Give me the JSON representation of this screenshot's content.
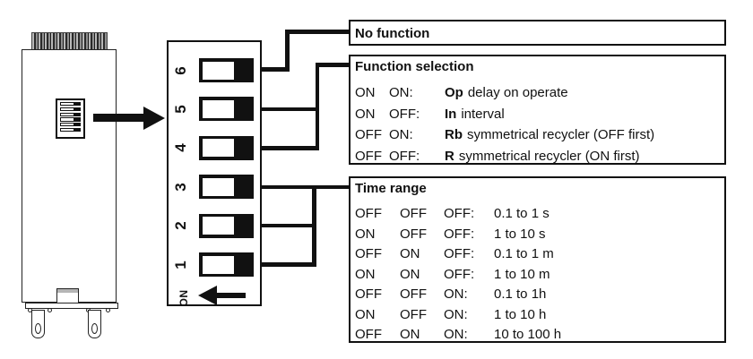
{
  "colors": {
    "line": "#111111",
    "background": "#ffffff",
    "cap_gray": "#b8b8b8"
  },
  "device": {
    "description_icons": [
      "relay-module-outline",
      "heatsink-cap",
      "mini-dip-switch",
      "mounting-pins"
    ]
  },
  "dip_panel": {
    "switch_numbers": [
      "6",
      "5",
      "4",
      "3",
      "2",
      "1"
    ],
    "on_label": "ON"
  },
  "boxes": {
    "no_function": {
      "title": "No function"
    },
    "function_selection": {
      "title": "Function selection",
      "rows": [
        {
          "c1": "ON",
          "c2": "ON:",
          "code": "Op",
          "desc": "delay on operate"
        },
        {
          "c1": "ON",
          "c2": "OFF:",
          "code": "In",
          "desc": "interval"
        },
        {
          "c1": "OFF",
          "c2": "ON:",
          "code": "Rb",
          "desc": "symmetrical recycler (OFF first)"
        },
        {
          "c1": "OFF",
          "c2": "OFF:",
          "code": "R",
          "desc": "symmetrical recycler (ON first)"
        }
      ]
    },
    "time_range": {
      "title": "Time range",
      "rows": [
        {
          "c1": "OFF",
          "c2": "OFF",
          "c3": "OFF:",
          "value": "0.1 to 1 s"
        },
        {
          "c1": "ON",
          "c2": "OFF",
          "c3": "OFF:",
          "value": "1 to 10 s"
        },
        {
          "c1": "OFF",
          "c2": "ON",
          "c3": "OFF:",
          "value": "0.1 to 1 m"
        },
        {
          "c1": "ON",
          "c2": "ON",
          "c3": "OFF:",
          "value": "1 to 10 m"
        },
        {
          "c1": "OFF",
          "c2": "OFF",
          "c3": "ON:",
          "value": "0.1 to 1h"
        },
        {
          "c1": "ON",
          "c2": "OFF",
          "c3": "ON:",
          "value": "1 to 10 h"
        },
        {
          "c1": "OFF",
          "c2": "ON",
          "c3": "ON:",
          "value": "10 to 100 h"
        }
      ]
    }
  }
}
